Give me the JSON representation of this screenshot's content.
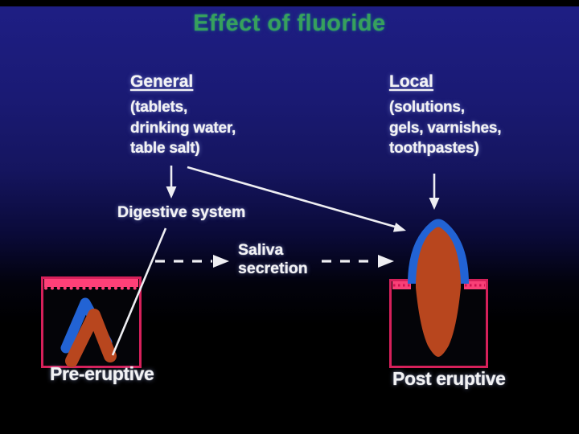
{
  "slide": {
    "title": "Effect of fluoride"
  },
  "general": {
    "heading": "General",
    "lines": [
      "(tablets,",
      "drinking water,",
      "table salt)"
    ]
  },
  "local": {
    "heading": "Local",
    "lines": [
      "(solutions,",
      "gels, varnishes,",
      "toothpastes)"
    ]
  },
  "labels": {
    "digestive": "Digestive system",
    "saliva": [
      "Saliva",
      "secretion"
    ],
    "pre_eruptive": "Pre-eruptive",
    "post_eruptive": "Post eruptive"
  },
  "colors": {
    "background_top": "#1e1e84",
    "background_bottom": "#000000",
    "title_green": "#37a05c",
    "text_white": "#f2f2f4",
    "box_border_crimson": "#d6205a",
    "gum_pink": "#ff4078",
    "gum_dot_pink": "#d01050",
    "enamel_blue": "#2263d4",
    "dentin_orange": "#b8461e",
    "arrow_white": "#eeeef2"
  }
}
